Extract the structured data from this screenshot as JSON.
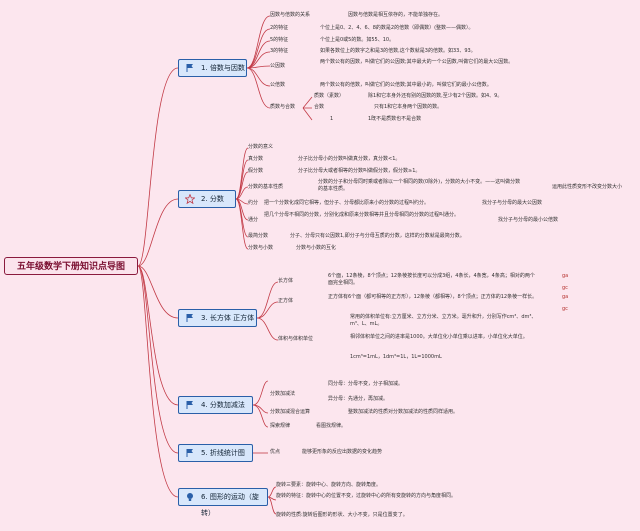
{
  "root": "五年级数学下册知识点导图",
  "branches": [
    {
      "id": "b1",
      "label": "1. 倍数与因数",
      "items": {
        "rel_label": "因数与倍数的关系",
        "rel_text": "因数与倍数是相互依存的，不能单独存在。",
        "f2_label": "2的特征",
        "f2_text": "个位上是0、2、4、6、8的数是2的倍数（即偶数）(整数——偶数）。",
        "f5_label": "5的特征",
        "f5_text": "个位上是0或5的数。如55、10。",
        "f3_label": "3的特征",
        "f3_text": "如果各数位上的数字之和是3的倍数,这个数就是3的倍数。如33、93。",
        "gcd_label": "公因数",
        "gcd_text": "两个数公有的因数，叫做它们的公因数;其中最大的一个公因数,叫做它们的最大公因数。",
        "lcm_label": "公倍数",
        "lcm_text": "两个数公有的倍数，叫做它们的公倍数;其中最小的，叫做它们的最小公倍数。",
        "pc_label": "质数与合数",
        "prime_label": "质数（素数）",
        "prime_text": "除1和它本身外还有别的因数的数,至少有2个因数。如4、9。",
        "comp_label": "合数",
        "comp_text": "只有1和它本身两个因数的数。",
        "one_label": "1",
        "one_text": "1既不是质数也不是合数"
      }
    },
    {
      "id": "b2",
      "label": "2. 分数",
      "items": {
        "meaning": "分数的意义",
        "proper_label": "真分数",
        "proper_text": "分子比分母小的分数叫做真分数，真分数<1。",
        "improper_label": "假分数",
        "improper_text": "分子比分母大或者相等的分数叫做假分数，假分数≥1。",
        "basic_label": "分数的基本性质",
        "basic_text": "分数的分子和分母同时乘或者除以一个相同的数(0除外)，分数的大小不变。——这叫做分数的基本性质。",
        "basic_note": "运用此性质变形不改变分数大小",
        "reduce_label": "约分",
        "reduce_text": "把一个分数化成同它相等，但分子、分母都比原来小的分数的过程叫约分。",
        "reduce_note": "找分子与分母的最大公因数",
        "common_label": "通分",
        "common_text": "把几个分母不相同的分数，分别化成和原来分数相等并且分母相同的分数的过程叫通分。",
        "common_note": "找分子与分母的最小公倍数",
        "simple_label": "最简分数",
        "simple_text": "分子、分母只有公因数1,即分子与分母互质的分数，这样的分数就是最简分数。",
        "dec_label": "分数与小数",
        "dec_text": "分数与小数的互化"
      }
    },
    {
      "id": "b3",
      "label": "3. 长方体 正方体",
      "items": {
        "cuboid_label": "长方体",
        "cuboid_text": "6个面，12条棱，8个顶点；12条棱按长度可以分成3组，4条长，4条宽，4条高；相对的两个面完全相同。",
        "cube_label": "正方体",
        "cube_text": "正方体有6个面（都可相等的正方形），12条棱（都相等），8个顶点；正方体的12条棱一样长。",
        "ga": "ga",
        "gc": "gc",
        "ga2": "ga",
        "gc2": "gc",
        "vol_label": "体积与体积单位",
        "vol_text1": "常用的体积单位有:立方厘米、立方分米、立方米。毫升和升，分别写作cm³、dm³、m³、L、mL。",
        "vol_text2": "相邻体积单位之间的进率是1000。大单位化小单位乘以进率，小单位化大单位。",
        "vol_text3": "1cm³=1mL，1dm³=1L，1L=1000mL"
      }
    },
    {
      "id": "b4",
      "label": "4. 分数加减法",
      "items": {
        "add_label": "分数加减法",
        "same_text": "同分母：分母不变，分子相加减。",
        "diff_text": "异分母：先通分，再加减。",
        "mixed_label": "分数加减混合运算",
        "mixed_text": "整数加减法的性质对分数加减法的性质同样适用。",
        "explore_label": "探索规律",
        "explore_text": "看图找规律。"
      }
    },
    {
      "id": "b5",
      "label": "5. 折线统计图",
      "items": {
        "adv_label": "优点",
        "adv_text": "能够更形象的反应出数据的变化趋势"
      }
    },
    {
      "id": "b6",
      "label": "6. 图形的运动（旋转）",
      "items": {
        "t1": "旋转三要素：旋转中心、旋转方向、旋转角度。",
        "t2": "旋转的特征：旋转中心的位置不变，过旋转中心的所有变旋转的方向与角度相同。",
        "t3": "旋转的性质:旋转后图形的形状、大小不变，只是位置变了。"
      }
    }
  ]
}
